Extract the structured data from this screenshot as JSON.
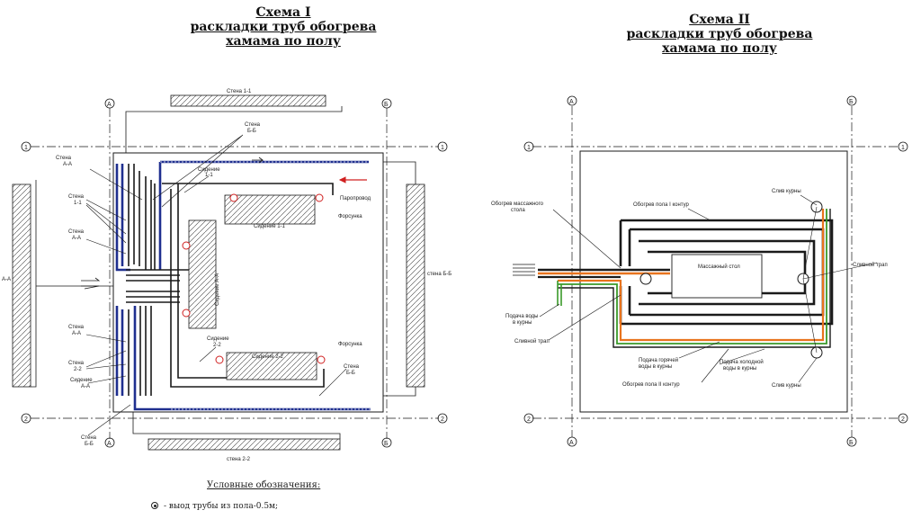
{
  "scheme1": {
    "title_lines": [
      "Схема I",
      "раскладки труб обогрева",
      "хамама по полу"
    ],
    "axes": {
      "a": "А",
      "b": "Б",
      "one": "1",
      "two": "2"
    },
    "labels": {
      "wall_11": "Стена 1-1",
      "wall_22": "стена 2-2",
      "wall_aa_left": "А-А",
      "wall_bb_right": "стена Б-Б",
      "wall_bb_top_1": "Стена",
      "wall_bb_top_2": "Б-Б",
      "wall_aa_1_1": "Стена",
      "wall_aa_1_2": "А-А",
      "wall_11_side_1": "Стена",
      "wall_11_side_2": "1-1",
      "wall_aa_2_1": "Стена",
      "wall_aa_2_2": "А-А",
      "wall_aa_3_1": "Стена",
      "wall_aa_3_2": "А-А",
      "wall_22_side_1": "Стена",
      "wall_22_side_2": "2-2",
      "bench_aa_1": "Сидение",
      "bench_aa_2": "А-А",
      "wall_bb_bottom_1": "Стена",
      "wall_bb_bottom_2": "Б-Б",
      "wall_bb_right_1": "Стена",
      "wall_bb_right_2": "Б-Б",
      "bench_11_top_1": "Сидение",
      "bench_11_top_2": "1-1",
      "bench_11": "Сидение 1-1",
      "bench_aa_vertical": "Сидение А-А",
      "bench_22_top_1": "Сидение",
      "bench_22_top_2": "2-2",
      "bench_22": "Сидение 2-2",
      "steam_pipe": "Паропровод",
      "nozzle_1": "Форсунка",
      "nozzle_2": "Форсунка"
    }
  },
  "scheme2": {
    "title_lines": [
      "Схема II",
      "раскладки труб обогрева",
      "хамама по полу"
    ],
    "axes": {
      "a": "А",
      "b": "Б",
      "one": "1",
      "two": "2"
    },
    "labels": {
      "massage_heat_1": "Обогрев массажного",
      "massage_heat_2": "стола",
      "floor_loop_1": "Обогрев пола I контур",
      "massage_table": "Массажный стол",
      "drain_tub_top": "Слив курны",
      "drain_trap_right": "Сливной трап",
      "water_supply_1": "Подача воды",
      "water_supply_2": "в курны",
      "drain_trap_left": "Сливной трап",
      "hot_water_1": "Подача горячей",
      "hot_water_2": "воды в курны",
      "cold_water_1": "Подача холодной",
      "cold_water_2": "воды в курны",
      "floor_loop_2": "Обогрев пола II контур",
      "drain_tub_bottom": "Слив курны"
    }
  },
  "legend": {
    "title": "Условные обозначения:",
    "item": "- выод трубы из пола-0.5м;"
  },
  "colors": {
    "ink": "#1a1a1a",
    "blue_pipe": "#1f2f8f",
    "orange_pipe": "#e8741e",
    "green_pipe": "#3a9a2a",
    "red_nozzle": "#d02020"
  }
}
